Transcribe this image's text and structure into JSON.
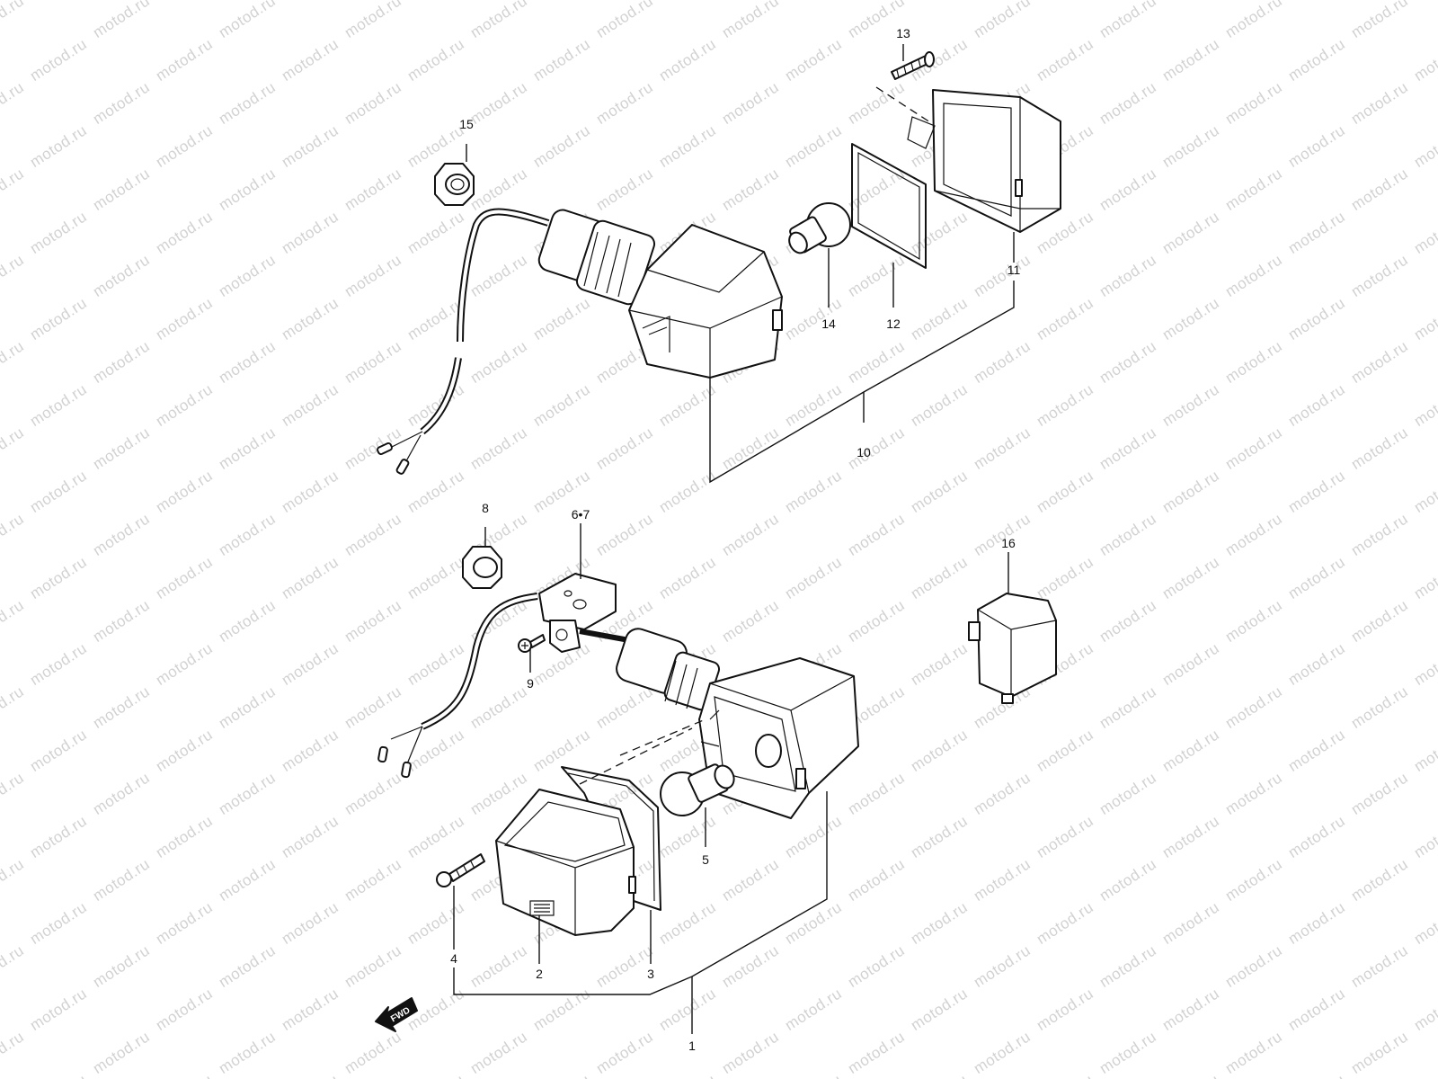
{
  "watermark": "motod.ru",
  "callouts": {
    "p1": "1",
    "p2": "2",
    "p3": "3",
    "p4": "4",
    "p5": "5",
    "p67": "6•7",
    "p8": "8",
    "p9": "9",
    "p10": "10",
    "p11": "11",
    "p12": "12",
    "p13": "13",
    "p14": "14",
    "p15": "15",
    "p16": "16"
  },
  "fwd_label": "FWD"
}
